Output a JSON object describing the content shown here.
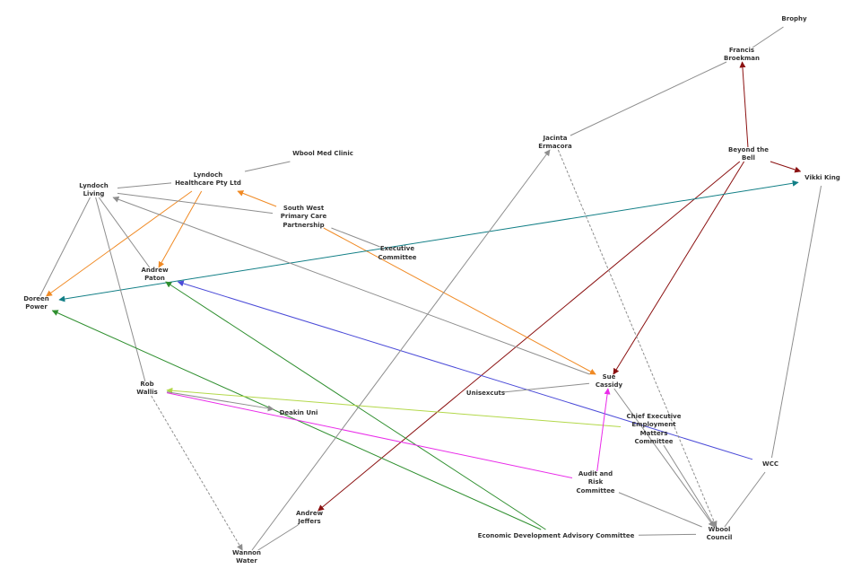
{
  "colors": {
    "gray": "#bdbdbd",
    "light_gray": "#e2e2e2",
    "orange": "#fb9b10",
    "blue": "#22a8df",
    "green": "#9acb14",
    "cyan": "#d9f8f8",
    "edge_gray": "#8e8e8e",
    "edge_orange": "#f08a24",
    "edge_darkred": "#8b1111",
    "edge_teal": "#127f86",
    "edge_blue": "#4b4bd8",
    "edge_green": "#2f8f2f",
    "edge_magenta": "#e92ce9",
    "edge_lime": "#b3d84a"
  },
  "nodes": [
    {
      "id": "brophy",
      "label": "Brophy",
      "style": "cyan"
    },
    {
      "id": "francis",
      "label": "Francis Broekman",
      "style": "gray"
    },
    {
      "id": "wbool_med",
      "label": "Wbool Med Clinic",
      "style": "orange"
    },
    {
      "id": "jacinta",
      "label": "Jacinta Ermacora",
      "style": "gray"
    },
    {
      "id": "beyond_bell",
      "label": "Beyond the Bell",
      "style": "orange"
    },
    {
      "id": "vikki",
      "label": "Vikki King",
      "style": "gray"
    },
    {
      "id": "lyndoch_hc",
      "label": "Lyndoch Healthcare Pty Ltd",
      "style": "orange"
    },
    {
      "id": "lyndoch_living",
      "label": "Lyndoch Living",
      "style": "blue"
    },
    {
      "id": "sw_primary",
      "label": "South West Primary Care Partnership",
      "style": "orange"
    },
    {
      "id": "exec_committee",
      "label": "Executive Committee",
      "style": "green"
    },
    {
      "id": "andrew_paton",
      "label": "Andrew Paton",
      "style": "gray"
    },
    {
      "id": "doreen",
      "label": "Doreen Power",
      "style": "gray"
    },
    {
      "id": "sue",
      "label": "Sue Cassidy",
      "style": "gray"
    },
    {
      "id": "rob",
      "label": "Rob Wallis",
      "style": "gray"
    },
    {
      "id": "unisexcuts",
      "label": "Unisexcuts",
      "style": "cyan"
    },
    {
      "id": "deakin",
      "label": "Deakin Uni",
      "style": "blue"
    },
    {
      "id": "ceemc",
      "label": "Chief Executive Employment Matters Committee",
      "style": "green"
    },
    {
      "id": "wcc",
      "label": "WCC",
      "style": "light_gray"
    },
    {
      "id": "audit",
      "label": "Audit and Risk Committee",
      "style": "green"
    },
    {
      "id": "andrew_jeffers",
      "label": "Andrew Jeffers",
      "style": "gray"
    },
    {
      "id": "edac",
      "label": "Economic Development Advisory Committee",
      "style": "green"
    },
    {
      "id": "wbool_council",
      "label": "Wbool Council",
      "style": "blue"
    },
    {
      "id": "wannon",
      "label": "Wannon Water",
      "style": "blue"
    }
  ],
  "edges": [
    {
      "from": "brophy",
      "to": "francis",
      "color": "edge_gray",
      "arrow": false
    },
    {
      "from": "francis",
      "to": "jacinta",
      "color": "edge_gray",
      "arrow": false
    },
    {
      "from": "beyond_bell",
      "to": "francis",
      "color": "edge_darkred",
      "arrow": true
    },
    {
      "from": "beyond_bell",
      "to": "vikki",
      "color": "edge_darkred",
      "arrow": true
    },
    {
      "from": "beyond_bell",
      "to": "sue",
      "color": "edge_darkred",
      "arrow": true
    },
    {
      "from": "beyond_bell",
      "to": "andrew_jeffers",
      "color": "edge_darkred",
      "arrow": true
    },
    {
      "from": "wbool_med",
      "to": "lyndoch_hc",
      "color": "edge_gray",
      "arrow": false
    },
    {
      "from": "lyndoch_hc",
      "to": "lyndoch_living",
      "color": "edge_gray",
      "arrow": false
    },
    {
      "from": "lyndoch_hc",
      "to": "doreen",
      "color": "edge_orange",
      "arrow": true
    },
    {
      "from": "lyndoch_hc",
      "to": "andrew_paton",
      "color": "edge_orange",
      "arrow": true
    },
    {
      "from": "sw_primary",
      "to": "lyndoch_hc",
      "color": "edge_orange",
      "arrow": true
    },
    {
      "from": "sw_primary",
      "to": "sue",
      "color": "edge_orange",
      "arrow": true
    },
    {
      "from": "sw_primary",
      "to": "lyndoch_living",
      "color": "edge_gray",
      "arrow": false
    },
    {
      "from": "sw_primary",
      "to": "exec_committee",
      "color": "edge_gray",
      "arrow": false
    },
    {
      "from": "vikki",
      "to": "doreen",
      "color": "edge_teal",
      "arrow": true,
      "both": true
    },
    {
      "from": "lyndoch_living",
      "to": "andrew_paton",
      "color": "edge_gray",
      "arrow": false
    },
    {
      "from": "lyndoch_living",
      "to": "doreen",
      "color": "edge_gray",
      "arrow": false
    },
    {
      "from": "lyndoch_living",
      "to": "rob",
      "color": "edge_gray",
      "arrow": false
    },
    {
      "from": "sue",
      "to": "lyndoch_living",
      "color": "edge_gray",
      "arrow": true
    },
    {
      "from": "wcc",
      "to": "andrew_paton",
      "color": "edge_blue",
      "arrow": true
    },
    {
      "from": "edac",
      "to": "andrew_paton",
      "color": "edge_green",
      "arrow": true
    },
    {
      "from": "edac",
      "to": "doreen",
      "color": "edge_green",
      "arrow": true
    },
    {
      "from": "ceemc",
      "to": "rob",
      "color": "edge_lime",
      "arrow": true
    },
    {
      "from": "audit",
      "to": "sue",
      "color": "edge_magenta",
      "arrow": true
    },
    {
      "from": "audit",
      "to": "rob",
      "color": "edge_magenta",
      "arrow": false
    },
    {
      "from": "rob",
      "to": "deakin",
      "color": "edge_gray",
      "arrow": true
    },
    {
      "from": "rob",
      "to": "wannon",
      "color": "edge_gray",
      "arrow": true,
      "dashed": true
    },
    {
      "from": "wannon",
      "to": "jacinta",
      "color": "edge_gray",
      "arrow": true
    },
    {
      "from": "andrew_jeffers",
      "to": "wannon",
      "color": "edge_gray",
      "arrow": false
    },
    {
      "from": "jacinta",
      "to": "wbool_council",
      "color": "edge_gray",
      "arrow": true,
      "dashed": true
    },
    {
      "from": "unisexcuts",
      "to": "sue",
      "color": "edge_gray",
      "arrow": false
    },
    {
      "from": "sue",
      "to": "wbool_council",
      "color": "edge_gray",
      "arrow": true
    },
    {
      "from": "ceemc",
      "to": "wbool_council",
      "color": "edge_gray",
      "arrow": false
    },
    {
      "from": "audit",
      "to": "wbool_council",
      "color": "edge_gray",
      "arrow": false
    },
    {
      "from": "edac",
      "to": "wbool_council",
      "color": "edge_gray",
      "arrow": false
    },
    {
      "from": "wcc",
      "to": "wbool_council",
      "color": "edge_gray",
      "arrow": false
    },
    {
      "from": "wcc",
      "to": "vikki",
      "color": "edge_gray",
      "arrow": false
    }
  ]
}
